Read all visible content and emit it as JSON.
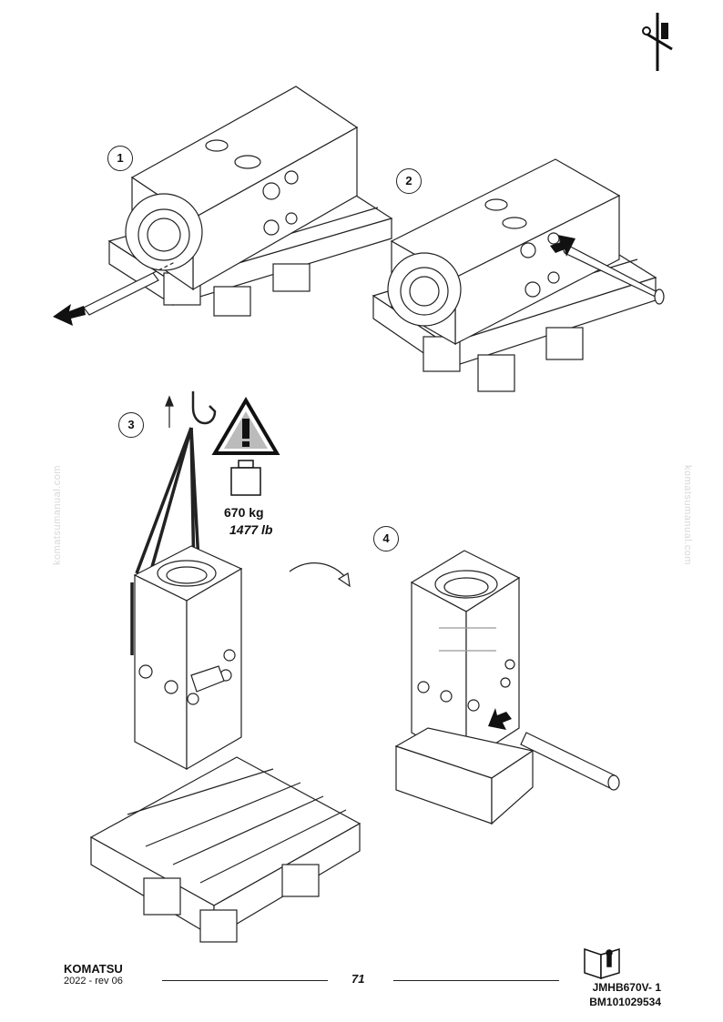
{
  "steps": [
    "1",
    "2",
    "3",
    "4"
  ],
  "warning": {
    "weight_kg": "670 kg",
    "weight_lb": "1477 lb"
  },
  "watermark": "komatsumanual.com",
  "footer": {
    "brand": "KOMATSU",
    "revision": "2022 -  rev 06",
    "page": "71",
    "code_line1": "JMHB670V- 1",
    "code_line2": "BM101029534"
  },
  "icons": {
    "header": "tools-icon",
    "manual": "book-wrench-icon",
    "hazard": "warning-triangle-icon",
    "weight": "weight-icon"
  }
}
